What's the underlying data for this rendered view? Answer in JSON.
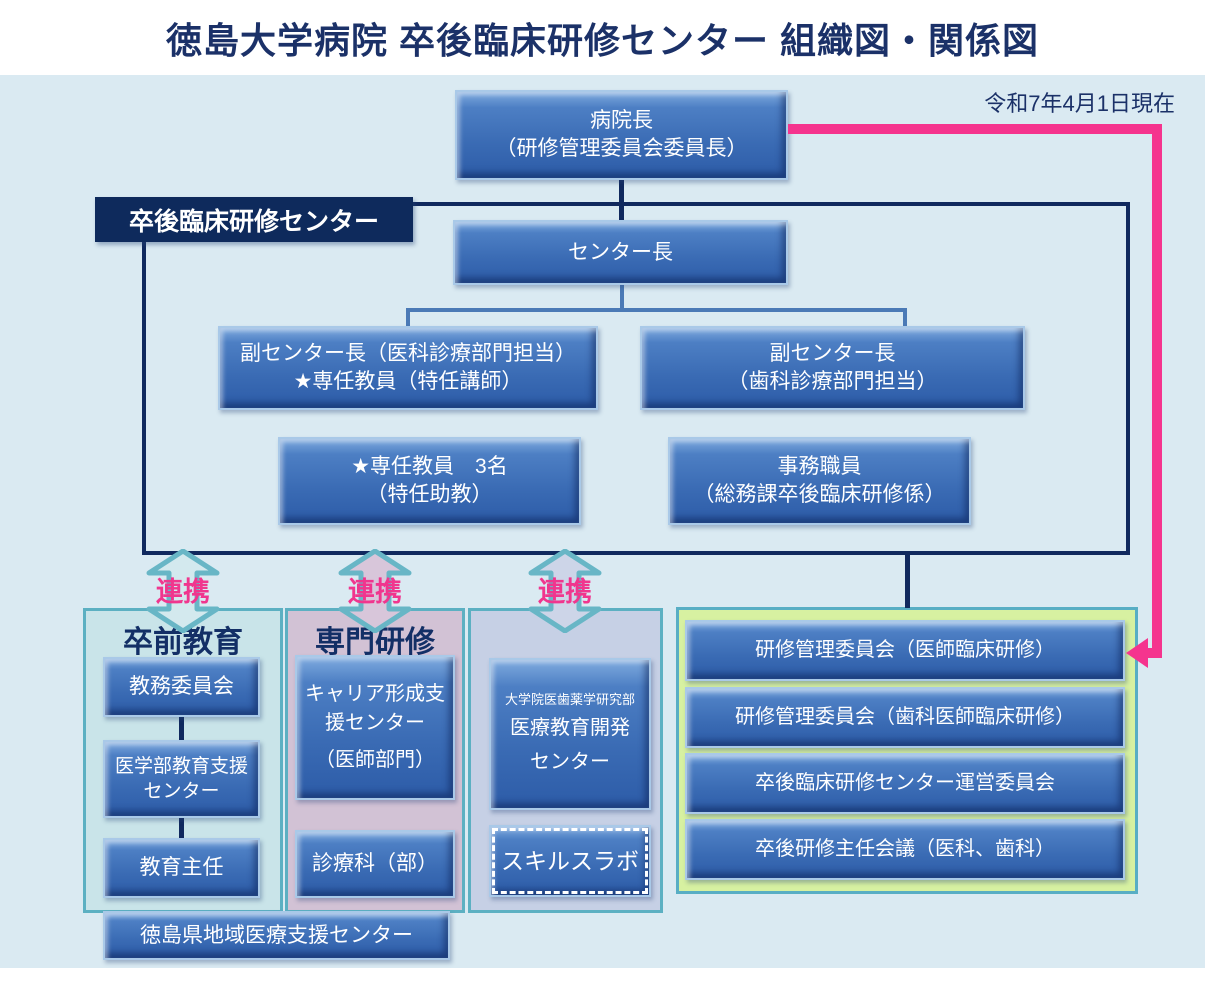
{
  "title": "徳島大学病院 卒後臨床研修センター 組織図・関係図",
  "date_note": "令和7年4月1日現在",
  "org": {
    "director": {
      "line1": "病院長",
      "line2": "（研修管理委員会委員長）"
    },
    "center_label": "卒後臨床研修センター",
    "center_head": "センター長",
    "deputy_medical": {
      "line1": "副センター長（医科診療部門担当）",
      "line2": "★専任教員（特任講師）"
    },
    "deputy_dental": {
      "line1": "副センター長",
      "line2": "（歯科診療部門担当）"
    },
    "faculty": {
      "line1": "★専任教員　3名",
      "line2": "（特任助教）"
    },
    "admin": {
      "line1": "事務職員",
      "line2": "（総務課卒後臨床研修係）"
    }
  },
  "renkei_label": "連携",
  "columns": [
    {
      "header": "卒前教育",
      "boxes": [
        {
          "lines": [
            "教務委員会"
          ]
        },
        {
          "lines": [
            "医学部教育支援",
            "センター"
          ]
        },
        {
          "lines": [
            "教育主任"
          ]
        }
      ]
    },
    {
      "header": "専門研修",
      "boxes": [
        {
          "lines": [
            "キャリア形成支",
            "援センター",
            "（医師部門）"
          ]
        },
        {
          "lines": [
            "診療科（部）"
          ]
        }
      ]
    },
    {
      "header": "",
      "boxes": [
        {
          "lines": [
            "大学院医歯薬学研究部",
            "医療教育開発",
            "センター"
          ]
        },
        {
          "lines": [
            "スキルスラボ"
          ]
        }
      ]
    }
  ],
  "regional_support": "徳島県地域医療支援センター",
  "committees": [
    "研修管理委員会（医師臨床研修）",
    "研修管理委員会（歯科医師臨床研修）",
    "卒後臨床研修センター運営委員会",
    "卒後研修主任会議（医科、歯科）"
  ],
  "colors": {
    "page_bg": "#daeaf2",
    "box_blue": "#3a6bb4",
    "navy": "#10295e",
    "pink_accent": "#f5348e",
    "teal_border": "#5cb0c2",
    "green_panel_bg": "#d7f1a1",
    "col1_bg": "#c9e4e9",
    "col2_bg": "#d2c2d5",
    "col3_bg": "#c6d0e5"
  }
}
